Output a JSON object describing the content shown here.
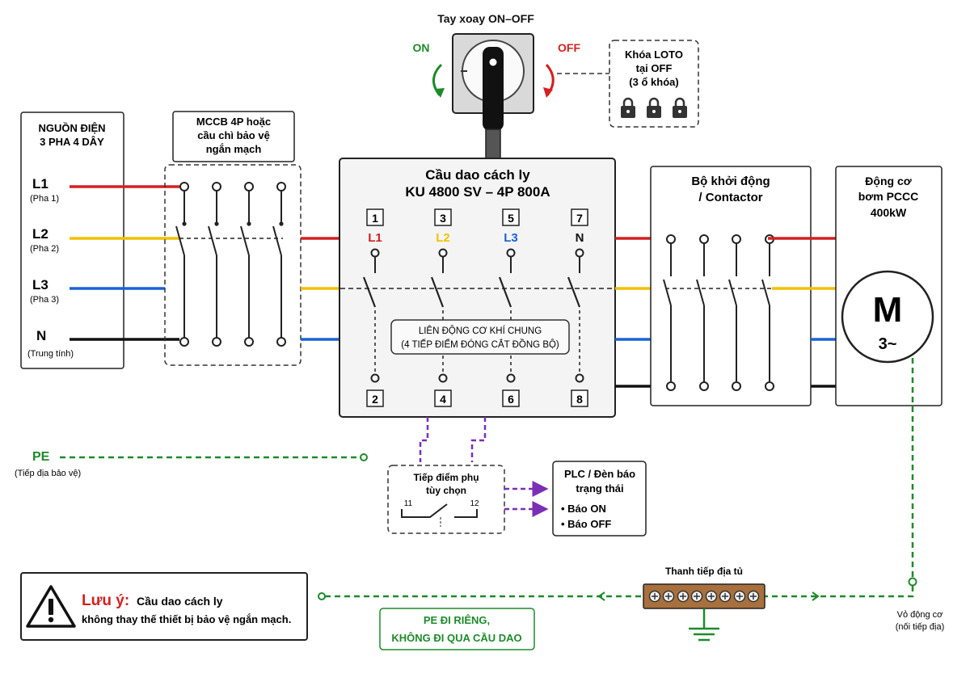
{
  "handle": {
    "title": "Tay xoay ON–OFF",
    "on_label": "ON",
    "off_label": "OFF"
  },
  "loto": {
    "line1": "Khóa LOTO",
    "line2": "tại OFF",
    "line3": "(3 ổ khóa)"
  },
  "source": {
    "title1": "NGUỒN ĐIỆN",
    "title2": "3 PHA 4 DÂY",
    "lines": [
      {
        "label": "L1",
        "sub": "(Pha 1)"
      },
      {
        "label": "L2",
        "sub": "(Pha 2)"
      },
      {
        "label": "L3",
        "sub": "(Pha 3)"
      },
      {
        "label": "N",
        "sub": "(Trung tính)"
      }
    ]
  },
  "mccb": {
    "line1": "MCCB 4P hoặc",
    "line2": "cầu chì bảo vệ",
    "line3": "ngắn mạch"
  },
  "isolator": {
    "title1": "Cầu dao cách ly",
    "title2": "KU 4800 SV – 4P 800A",
    "top_terminals": [
      "1",
      "3",
      "5",
      "7"
    ],
    "phase_labels": [
      "L1",
      "L2",
      "L3",
      "N"
    ],
    "bottom_terminals": [
      "2",
      "4",
      "6",
      "8"
    ],
    "interlock1": "LIÊN ĐỘNG CƠ KHÍ CHUNG",
    "interlock2": "(4 TIẾP ĐIỂM ĐÓNG CẮT ĐỒNG BỘ)"
  },
  "contactor": {
    "line1": "Bộ khởi động",
    "line2": "/ Contactor"
  },
  "motor": {
    "line1": "Động cơ",
    "line2": "bơm PCCC",
    "line3": "400kW",
    "symbol": "M",
    "phase": "3~"
  },
  "pe": {
    "label": "PE",
    "sub": "(Tiếp địa bảo vệ)"
  },
  "aux": {
    "line1": "Tiếp điểm phụ",
    "line2": "tùy chọn",
    "t11": "11",
    "t12": "12"
  },
  "plc": {
    "line1": "PLC / Đèn báo",
    "line2": "trạng thái",
    "item1": "• Báo ON",
    "item2": "• Báo OFF"
  },
  "ground_bar": {
    "label": "Thanh tiếp địa tủ"
  },
  "motor_ground": {
    "line1": "Vỏ động cơ",
    "line2": "(nối tiếp địa)"
  },
  "pe_note": {
    "line1": "PE ĐI RIÊNG,",
    "line2": "KHÔNG ĐI QUA CẦU DAO"
  },
  "note": {
    "title": "Lưu ý:",
    "line1": "Cầu dao cách ly",
    "line2": "không thay thế thiết bị bảo vệ ngắn mạch."
  },
  "colors": {
    "L1": "#d42020",
    "L2": "#f2c100",
    "L3": "#1a63d6",
    "N": "#111111",
    "PE": "#1e8a2a",
    "aux": "#7a2fb5",
    "on_arrow": "#1e8a2a",
    "off_arrow": "#d42020",
    "warn": "#d42020"
  }
}
